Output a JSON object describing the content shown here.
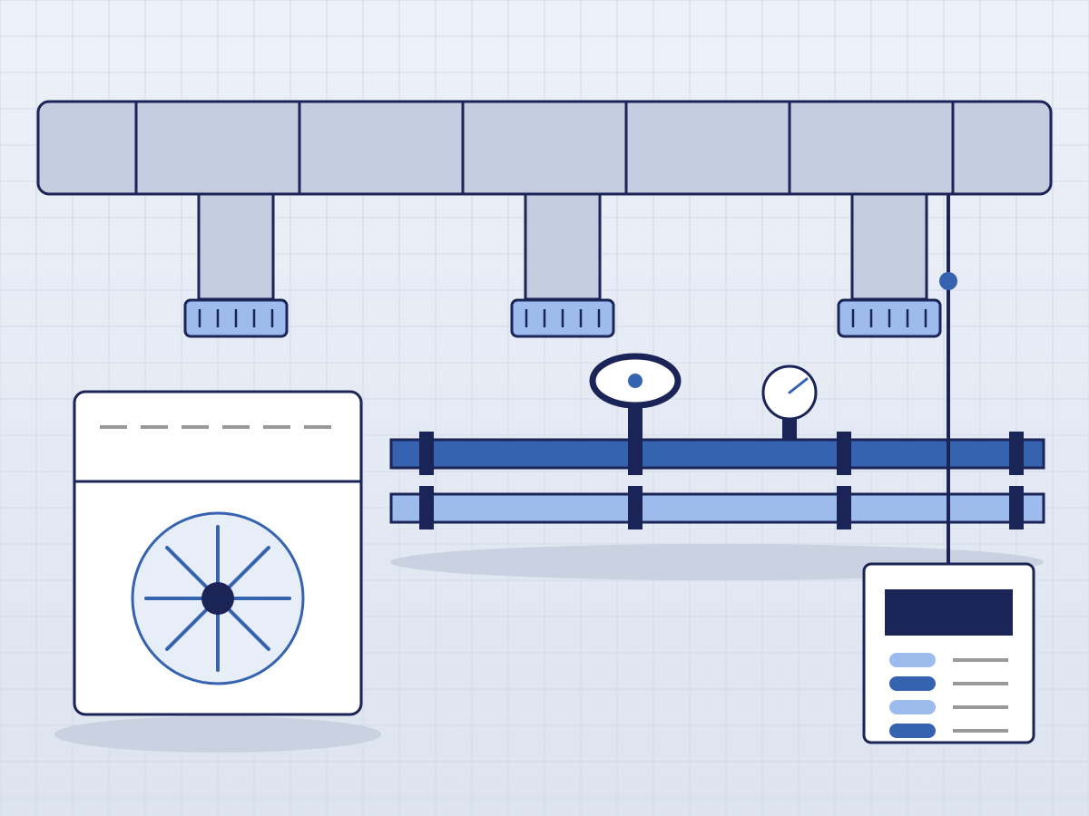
{
  "palette": {
    "bg_top": "#edf1f9",
    "bg_bottom": "#dde4ef",
    "grid": "#d4dbe8",
    "outline": "#1b2457",
    "duct_fill": "#c4cce0",
    "blue_dark": "#3563b0",
    "blue_light": "#9dbbec",
    "white": "#ffffff",
    "shadow": "#cad2e2",
    "dash_gray": "#999999"
  },
  "duct": {
    "segments": 7,
    "drops": 3,
    "diffuser_slots": 5
  },
  "pipes": {
    "flange_pairs": 4,
    "supply_color": "#3563b0",
    "return_color": "#9dbbec"
  },
  "valve": {
    "type": "gate-valve",
    "icon": "valve-handle-icon"
  },
  "gauge": {
    "type": "pressure-gauge",
    "icon": "gauge-icon"
  },
  "condenser_unit": {
    "fan_blades": 8,
    "icon": "fan-icon",
    "dash_count": 6
  },
  "thermostat": {
    "indicator_rows": 4,
    "indicator_colors": [
      "#9dbbec",
      "#3563b0",
      "#9dbbec",
      "#3563b0"
    ]
  }
}
